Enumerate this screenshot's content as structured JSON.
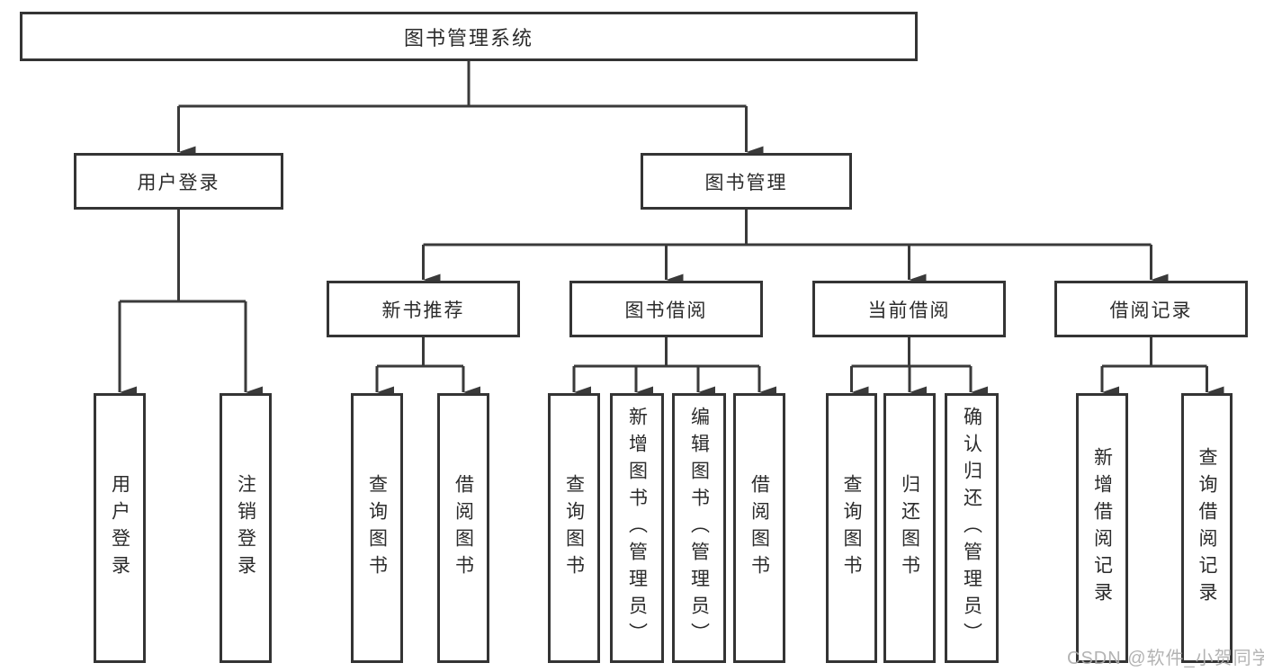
{
  "root": {
    "label": "图书管理系统"
  },
  "level2": [
    {
      "label": "用户登录"
    },
    {
      "label": "图书管理"
    }
  ],
  "level3": [
    {
      "label": "新书推荐"
    },
    {
      "label": "图书借阅"
    },
    {
      "label": "当前借阅"
    },
    {
      "label": "借阅记录"
    }
  ],
  "leaves": [
    {
      "label": "用户登录"
    },
    {
      "label": "注销登录"
    },
    {
      "label": "查询图书"
    },
    {
      "label": "借阅图书"
    },
    {
      "label": "查询图书"
    },
    {
      "label": "新增图书（管理员）"
    },
    {
      "label": "编辑图书（管理员）"
    },
    {
      "label": "借阅图书"
    },
    {
      "label": "查询图书"
    },
    {
      "label": "归还图书"
    },
    {
      "label": "确认归还（管理员）"
    },
    {
      "label": "新增借阅记录"
    },
    {
      "label": "查询借阅记录"
    }
  ],
  "watermark": "CSDN @软件_小贺同学",
  "colors": {
    "line": "#3a3a3a",
    "border": "#343434",
    "text": "#2b2b2b",
    "background": "#ffffff",
    "watermark": "#adadad"
  }
}
